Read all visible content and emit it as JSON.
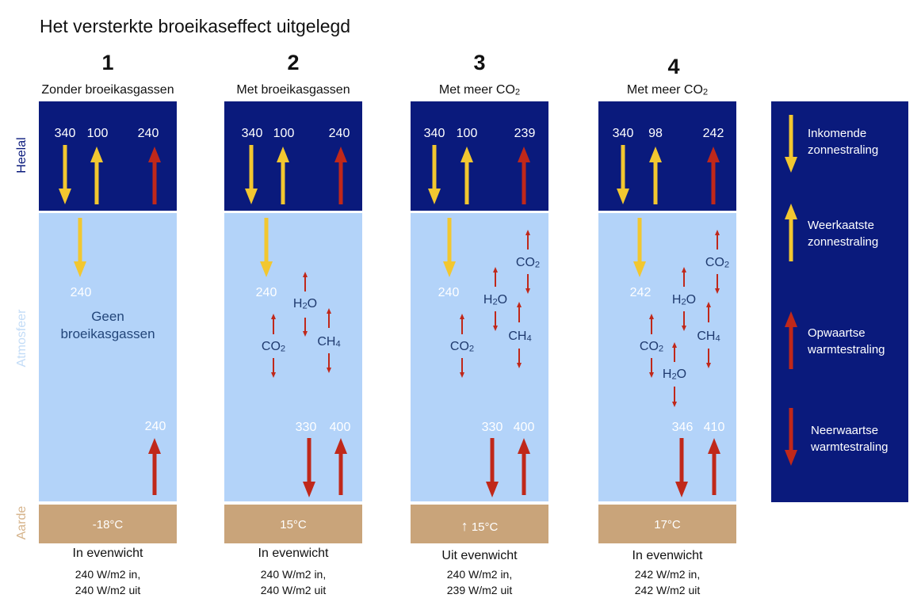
{
  "title": "Het versterkte broeikaseffect uitgelegd",
  "side_labels": {
    "space": "Heelal",
    "atmosphere": "Atmosfeer",
    "earth": "Aarde"
  },
  "colors": {
    "space": "#0a1a7c",
    "atmosphere": "#b3d3f9",
    "earth": "#c9a47a",
    "solar_arrow": "#f2c730",
    "heat_arrow": "#c0281a",
    "label_space": "#0a1a7c",
    "label_atmosphere": "#c3dcf7",
    "label_earth": "#d6b48c"
  },
  "panels": [
    {
      "number": "1",
      "subtitle": "Zonder broeikasgassen",
      "space": {
        "incoming": "340",
        "reflected": "100",
        "outgoing": "240"
      },
      "atmo_in": "240",
      "center_text_1": "Geen",
      "center_text_2": "broeikasgassen",
      "ground_down": "",
      "ground_up": "240",
      "temperature": "-18°C",
      "status": "In evenwicht",
      "flux_in": "240 W/m2 in,",
      "flux_out": "240 W/m2 uit"
    },
    {
      "number": "2",
      "subtitle": "Met broeikasgassen",
      "space": {
        "incoming": "340",
        "reflected": "100",
        "outgoing": "240"
      },
      "atmo_in": "240",
      "gases": [
        "H2O",
        "CO2",
        "CH4"
      ],
      "ground_down": "330",
      "ground_up": "400",
      "temperature": "15°C",
      "status": "In evenwicht",
      "flux_in": "240 W/m2 in,",
      "flux_out": "240 W/m2 uit"
    },
    {
      "number": "3",
      "subtitle": "Met meer CO2",
      "space": {
        "incoming": "340",
        "reflected": "100",
        "outgoing": "239"
      },
      "atmo_in": "240",
      "gases": [
        "CO2",
        "H2O",
        "CO2",
        "CH4"
      ],
      "ground_down": "330",
      "ground_up": "400",
      "temperature": "15°C",
      "temperature_rising": true,
      "status": "Uit evenwicht",
      "flux_in": "240 W/m2 in,",
      "flux_out": "239 W/m2 uit"
    },
    {
      "number": "4",
      "subtitle": "Met meer CO2",
      "space": {
        "incoming": "340",
        "reflected": "98",
        "outgoing": "242"
      },
      "atmo_in": "242",
      "gases": [
        "CO2",
        "H2O",
        "CO2",
        "CH4",
        "H2O"
      ],
      "ground_down": "346",
      "ground_up": "410",
      "temperature": "17°C",
      "status": "In evenwicht",
      "flux_in": "242 W/m2 in,",
      "flux_out": "242 W/m2 uit"
    }
  ],
  "legend": [
    {
      "icon": "arrow-down-yellow-icon",
      "line1": "Inkomende",
      "line2": "zonnestraling"
    },
    {
      "icon": "arrow-up-yellow-icon",
      "line1": "Weerkaatste",
      "line2": "zonnestraling"
    },
    {
      "icon": "arrow-up-red-icon",
      "line1": "Opwaartse",
      "line2": "warmtestraling"
    },
    {
      "icon": "arrow-down-red-icon",
      "line1": "Neerwaartse",
      "line2": "warmtestraling"
    }
  ],
  "chem": {
    "CO": "CO",
    "H": "H",
    "O": "O",
    "CH": "CH",
    "two": "2",
    "four": "4"
  }
}
